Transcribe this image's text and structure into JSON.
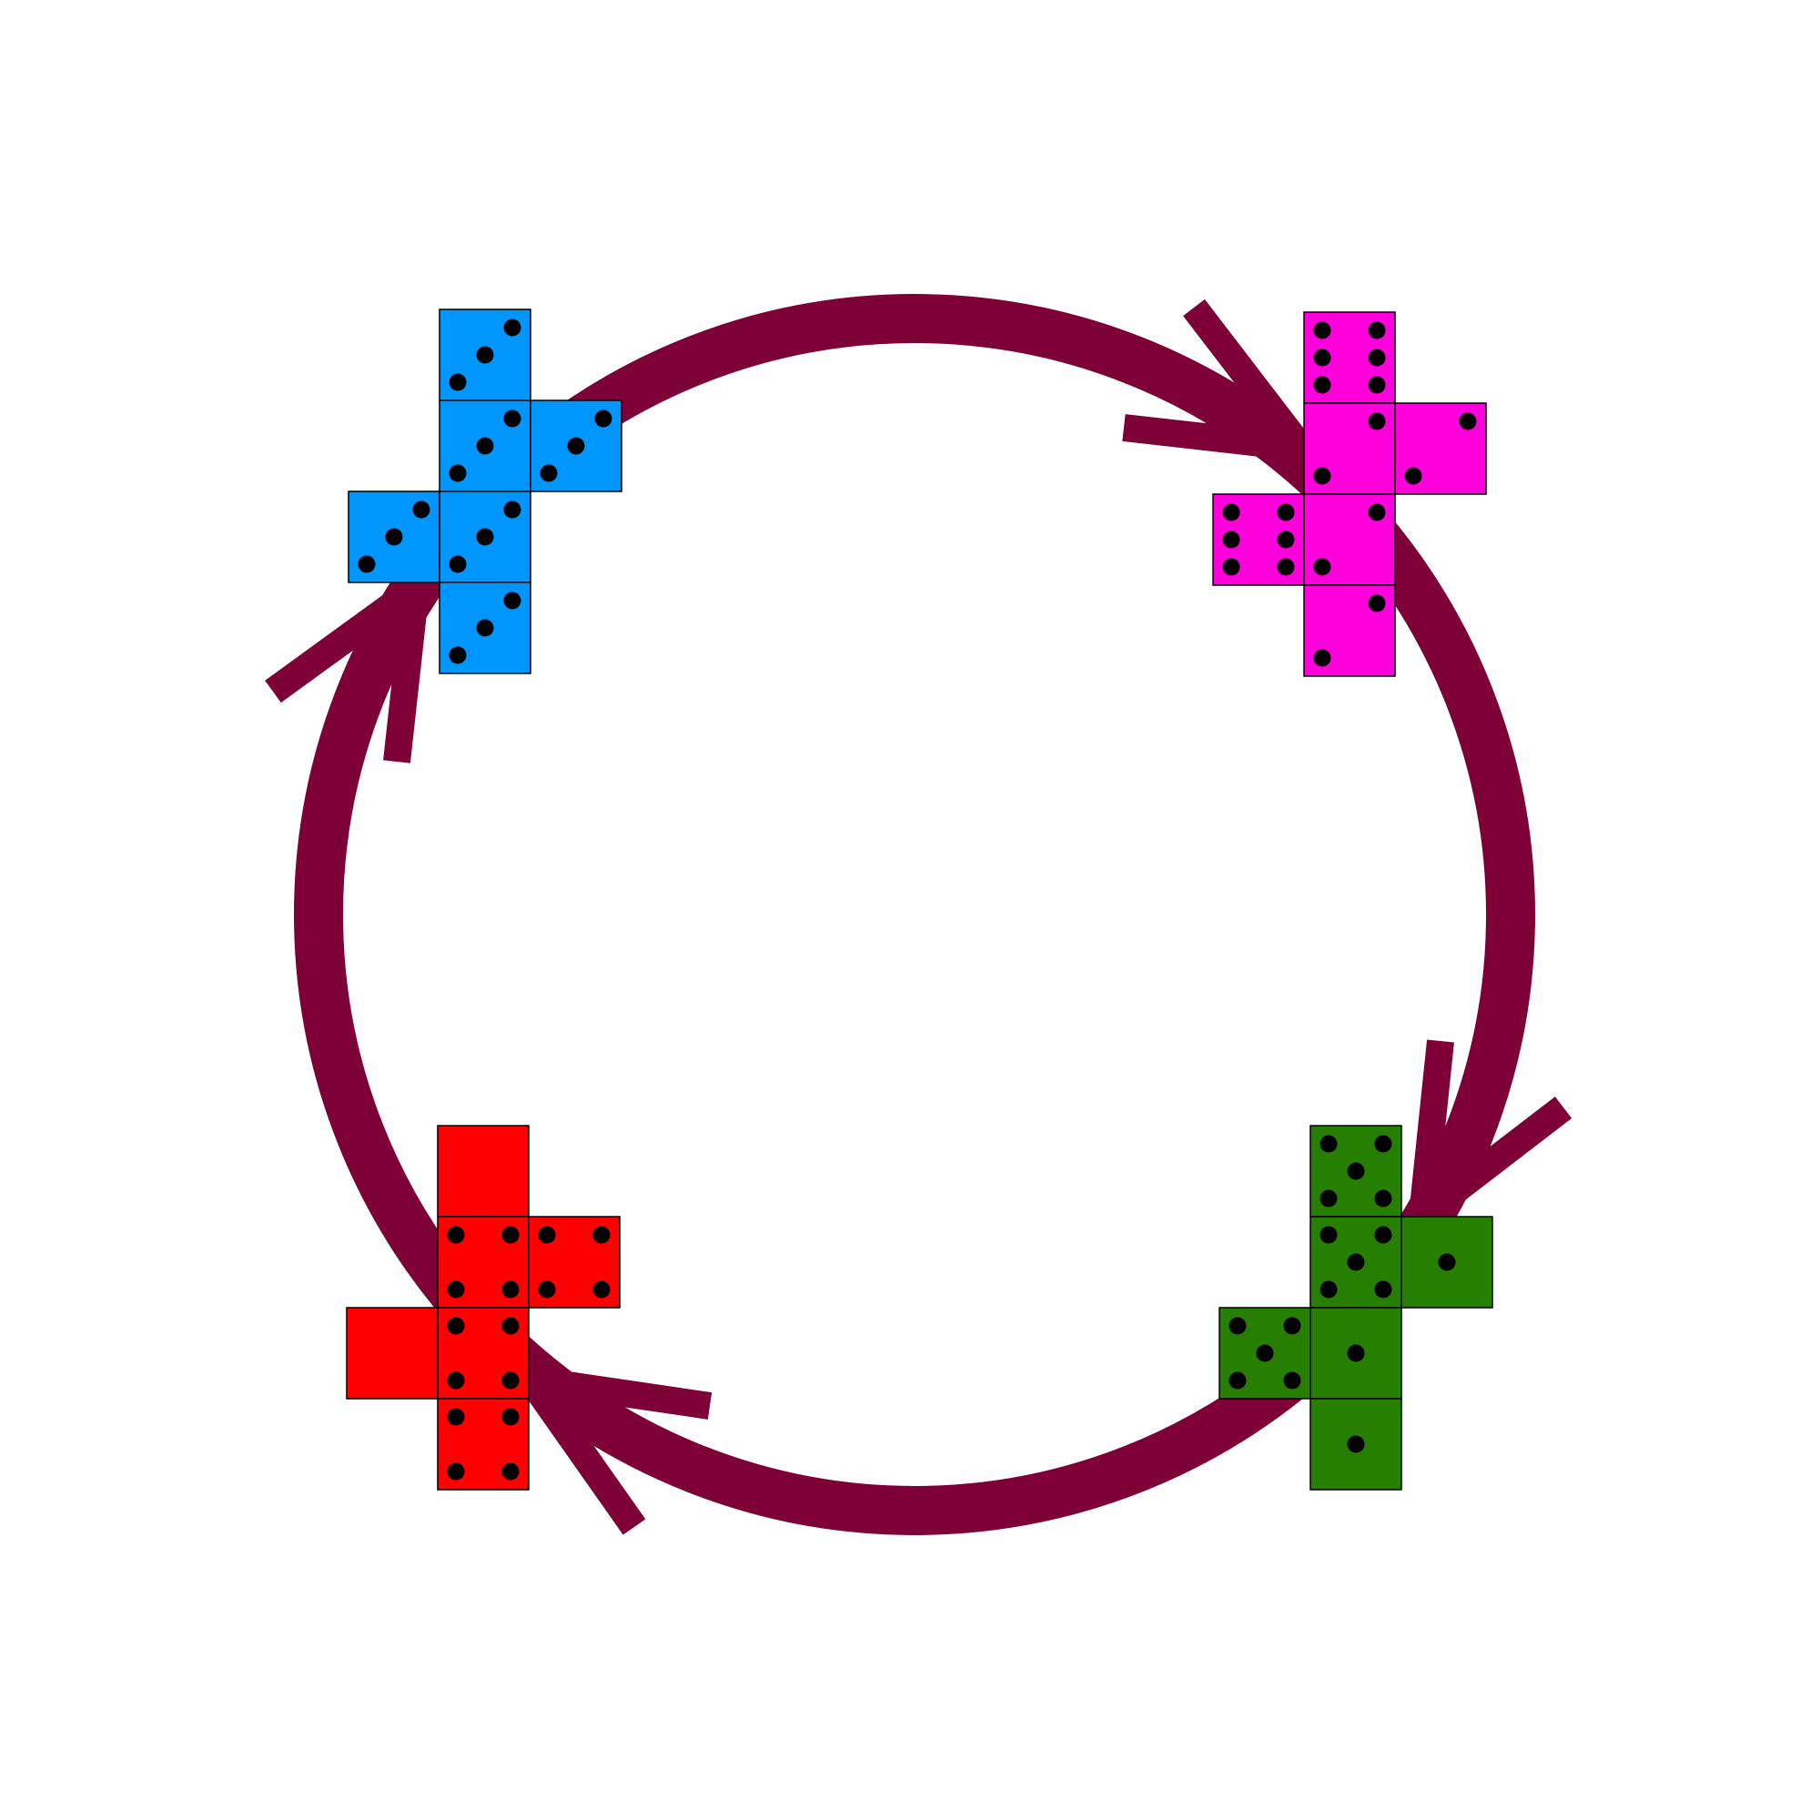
{
  "colors": {
    "background": "#ffffff",
    "cycle": "#7d0037",
    "pip": "#000000",
    "face_border": "#000000"
  },
  "cycle": {
    "direction": "clockwise",
    "order": [
      "blue-net",
      "magenta-net",
      "green-net",
      "red-net"
    ]
  },
  "nets": [
    {
      "id": "blue-net",
      "color": "#0096ff",
      "faces": [
        {
          "position": "top",
          "pips": 3
        },
        {
          "position": "upper-middle",
          "pips": 3
        },
        {
          "position": "upper-right",
          "pips": 3
        },
        {
          "position": "left",
          "pips": 3
        },
        {
          "position": "center",
          "pips": 3
        },
        {
          "position": "bottom",
          "pips": 3
        }
      ]
    },
    {
      "id": "magenta-net",
      "color": "#ff00dc",
      "faces": [
        {
          "position": "top",
          "pips": 6
        },
        {
          "position": "upper-middle",
          "pips": 2
        },
        {
          "position": "upper-right",
          "pips": 2
        },
        {
          "position": "left",
          "pips": 6
        },
        {
          "position": "center",
          "pips": 2
        },
        {
          "position": "bottom",
          "pips": 2
        }
      ]
    },
    {
      "id": "green-net",
      "color": "#267f00",
      "faces": [
        {
          "position": "top",
          "pips": 5
        },
        {
          "position": "upper-middle",
          "pips": 5
        },
        {
          "position": "upper-right",
          "pips": 1
        },
        {
          "position": "left",
          "pips": 5
        },
        {
          "position": "center",
          "pips": 1
        },
        {
          "position": "bottom",
          "pips": 1
        }
      ]
    },
    {
      "id": "red-net",
      "color": "#ff0000",
      "faces": [
        {
          "position": "top",
          "pips": 0
        },
        {
          "position": "upper-middle",
          "pips": 4
        },
        {
          "position": "upper-right",
          "pips": 4
        },
        {
          "position": "left",
          "pips": 0
        },
        {
          "position": "center",
          "pips": 4
        },
        {
          "position": "bottom",
          "pips": 4
        }
      ]
    }
  ]
}
